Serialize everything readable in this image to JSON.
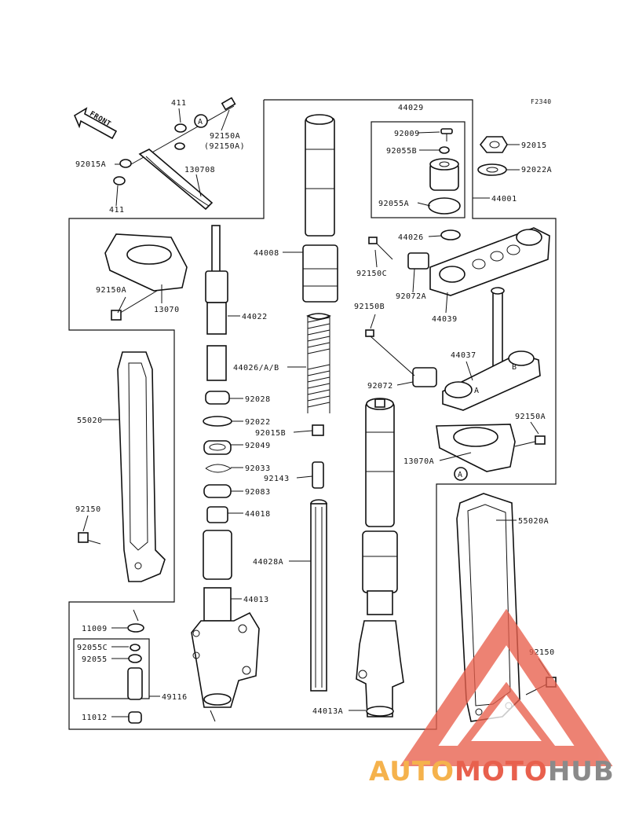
{
  "diagram": {
    "code": "F2340",
    "front_label": "FRONT",
    "labels": {
      "p411_top": "411",
      "p92150A_1": "92150A",
      "p92150A_paren": "(92150A)",
      "p92015A": "92015A",
      "p130708": "130708",
      "p411_bottom": "411",
      "p44029": "44029",
      "p92009": "92009",
      "p92055B": "92055B",
      "p92055A": "92055A",
      "p92015": "92015",
      "p92022A": "92022A",
      "p44001": "44001",
      "p44008": "44008",
      "p44026": "44026",
      "p92150C": "92150C",
      "p92072A": "92072A",
      "p44039": "44039",
      "p92150A_2": "92150A",
      "p13070": "13070",
      "p44022": "44022",
      "p92150B": "92150B",
      "p44037": "44037",
      "p44026AB": "44026/A/B",
      "p92072": "92072",
      "p92028": "92028",
      "p55020": "55020",
      "p92022": "92022",
      "p92150A_3": "92150A",
      "p92015B": "92015B",
      "p92049": "92049",
      "p13070A": "13070A",
      "p92033": "92033",
      "p92143": "92143",
      "p92083": "92083",
      "p92150_1": "92150",
      "p44018": "44018",
      "p55020A": "55020A",
      "p44028A": "44028A",
      "p44013": "44013",
      "p11009": "11009",
      "p92055C": "92055C",
      "p92055": "92055",
      "p92150_2": "92150",
      "p49116": "49116",
      "p11012": "11012",
      "p44013A": "44013A",
      "ref_A1": "A",
      "ref_A2": "A"
    }
  },
  "watermark": {
    "part1": "AUTO",
    "part2": "MOTO",
    "part3": "HUB",
    "color1": "#f5b24c",
    "color2": "#e8604d",
    "color3": "#8a8a8a"
  }
}
